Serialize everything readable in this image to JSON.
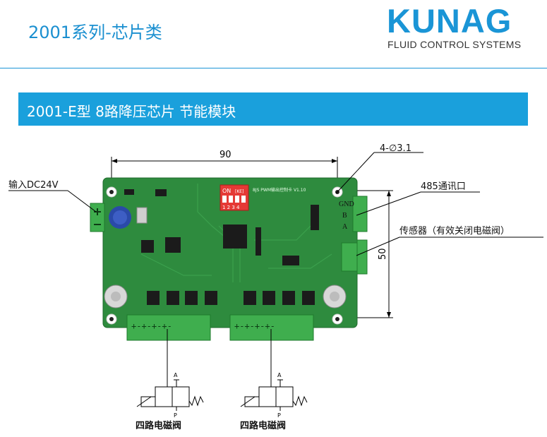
{
  "header": {
    "series_title": "2001系列-芯片类",
    "logo_word": "KUNAG",
    "logo_subtitle": "FLUID CONTROL SYSTEMS"
  },
  "product": {
    "title": "2001-E型 8路降压芯片 节能模块"
  },
  "callouts": {
    "width_dimension": "90",
    "height_dimension": "50",
    "mount_holes": "4-∅3.1",
    "power_input": "输入DC24V",
    "comm_port": "485通讯口",
    "sensor": "传感器（有效关闭电磁阀）"
  },
  "board_labels": {
    "gnd": "GND",
    "b": "B",
    "a": "A",
    "board_name": "8JS PWM输出控制卡 V1.10",
    "switch_on": "ON",
    "switch_key": "[KE]",
    "switch_numbers": "1 2 3 4"
  },
  "valves": [
    {
      "label": "四路电磁阀",
      "port_a": "A",
      "port_p": "P"
    },
    {
      "label": "四路电磁阀",
      "port_a": "A",
      "port_p": "P"
    }
  ],
  "colors": {
    "accent_blue": "#1aa0dc",
    "pcb_green": "#2e8b3e",
    "terminal_green": "#3fae4e",
    "capacitor_blue": "#2a4aa8"
  }
}
